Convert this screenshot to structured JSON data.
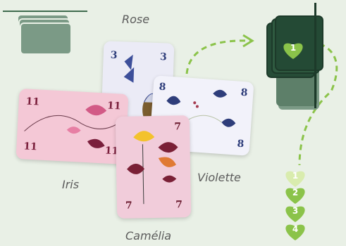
{
  "labels": {
    "rose": "Rose",
    "iris": "Iris",
    "violette": "Violette",
    "camelia": "Camélia"
  },
  "cards": {
    "rose_value": "3",
    "violette_value": "8",
    "iris_value": "11",
    "camelia_value": "7"
  },
  "player_deck": {
    "heart_value": "1"
  },
  "score_track": [
    "1",
    "2",
    "3",
    "4"
  ],
  "colors": {
    "background": "#e9f0e6",
    "accent_green": "#8bc34a",
    "deck_dark": "#2f5a40",
    "iris_card": "#f3c9d7",
    "rose_card": "#e9e9f5"
  }
}
